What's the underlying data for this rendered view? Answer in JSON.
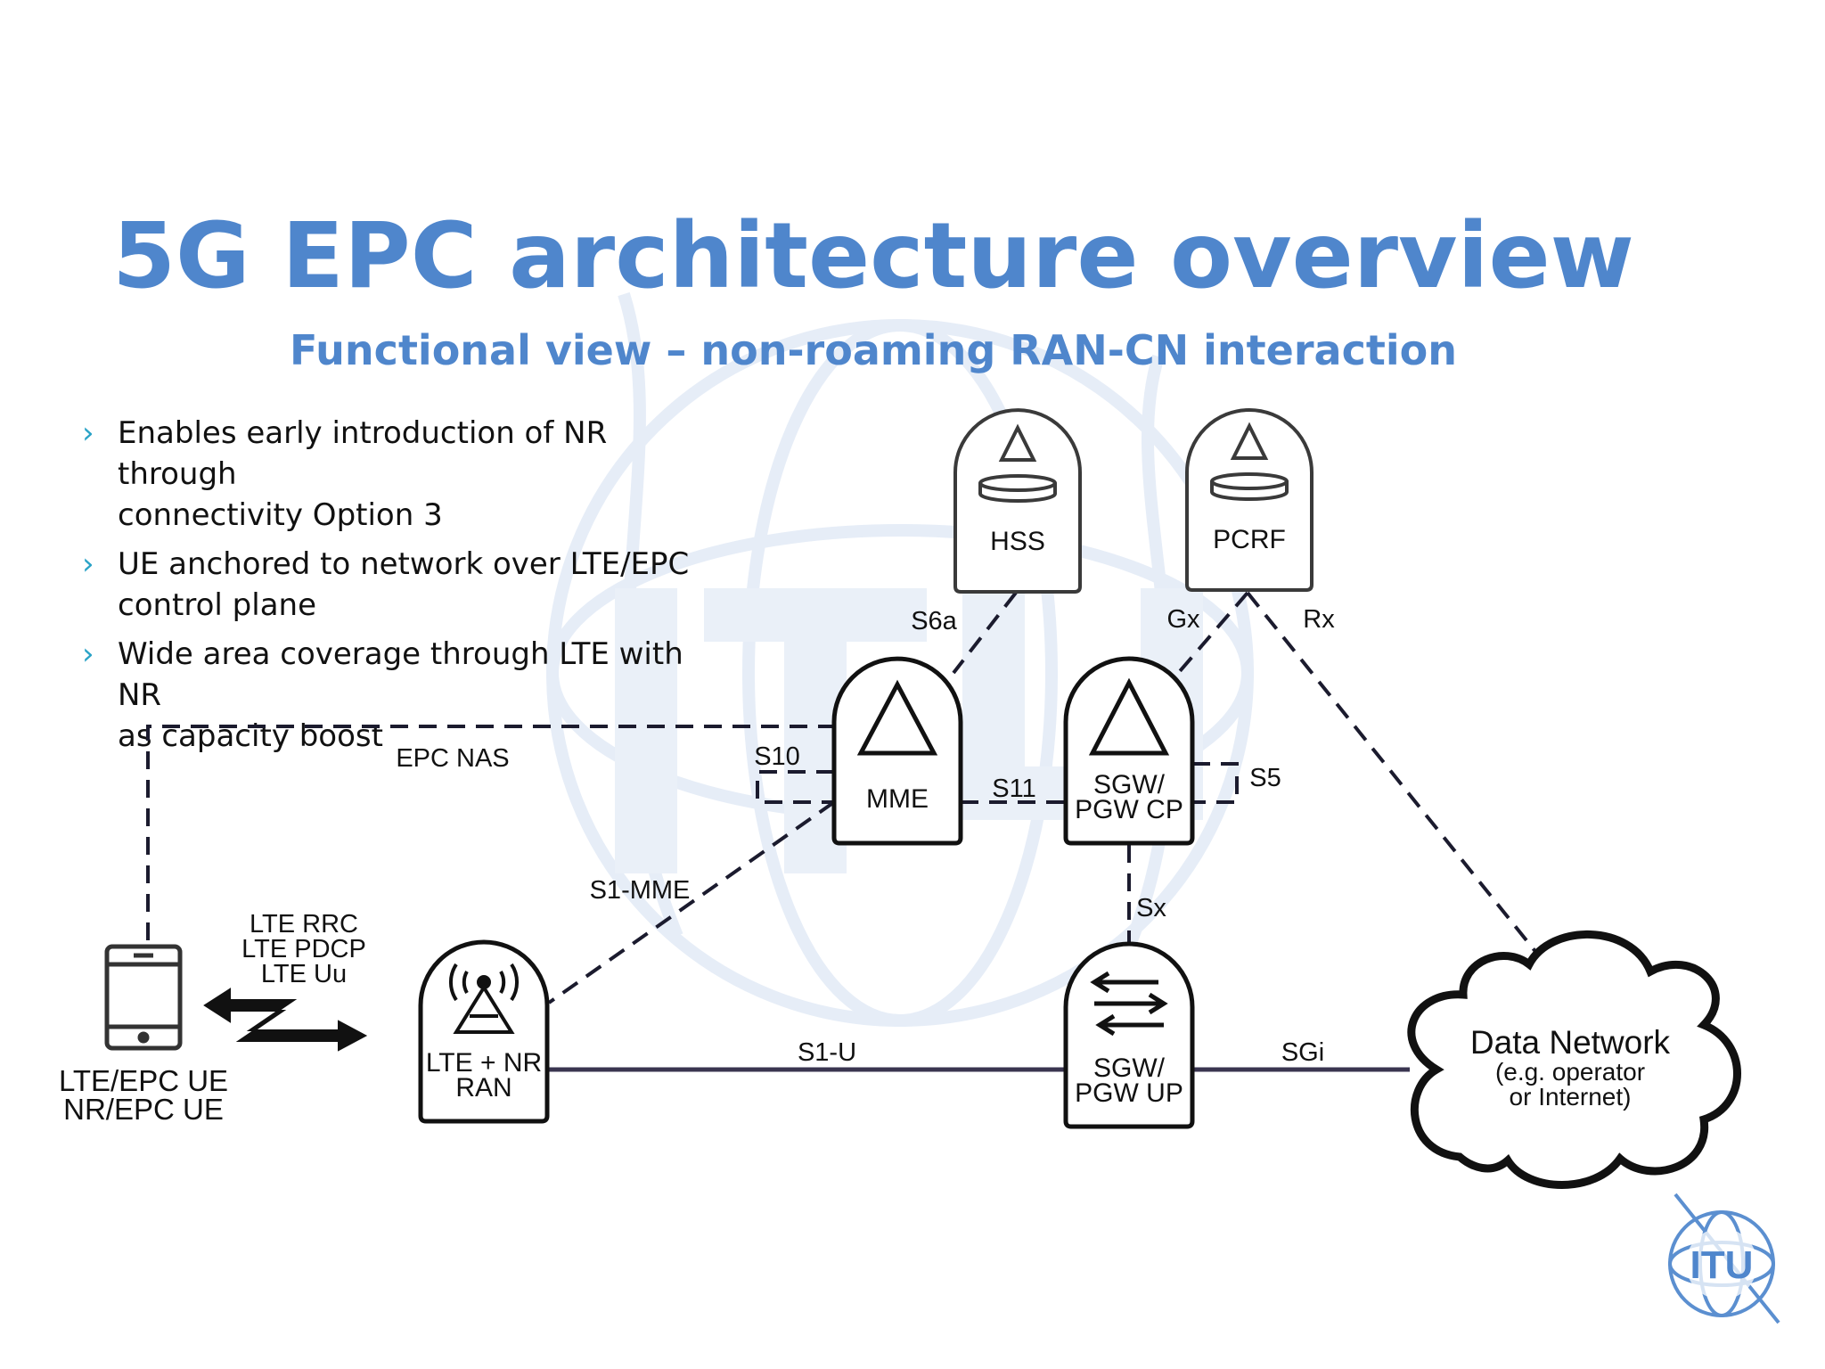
{
  "slide": {
    "title": "5G EPC architecture overview",
    "subtitle": "Functional view – non-roaming RAN-CN interaction"
  },
  "bullets": [
    {
      "marker": "›",
      "lines": [
        "Enables early introduction of NR through",
        "connectivity Option 3"
      ]
    },
    {
      "marker": "›",
      "lines": [
        "UE anchored to network over LTE/EPC",
        "control plane"
      ]
    },
    {
      "marker": "›",
      "lines": [
        "Wide area coverage through LTE with NR",
        "as capacity boost"
      ]
    }
  ],
  "nodes": {
    "hss": "HSS",
    "pcrf": "PCRF",
    "mme": "MME",
    "sgw_cp": [
      "SGW/",
      "PGW CP"
    ],
    "sgw_up": [
      "SGW/",
      "PGW UP"
    ],
    "ran": [
      "LTE + NR",
      "RAN"
    ],
    "ue": [
      "LTE/EPC UE",
      "NR/EPC UE"
    ],
    "data_network": [
      "Data Network",
      "(e.g. operator",
      "or Internet)"
    ]
  },
  "interfaces": {
    "s6a": "S6a",
    "gx": "Gx",
    "rx": "Rx",
    "s10": "S10",
    "s11": "S11",
    "s5": "S5",
    "sx": "Sx",
    "s1_mme": "S1-MME",
    "s1_u": "S1-U",
    "sgi": "SGi",
    "epc_nas": "EPC NAS"
  },
  "radio_labels": [
    "LTE RRC",
    "LTE PDCP",
    "LTE Uu"
  ],
  "logo": {
    "text": "ITU"
  },
  "colors": {
    "title": "#4f86cc",
    "bullet_marker": "#2aa3c7",
    "watermark": "#e3ebf6",
    "line": "#1b1b2e",
    "solid_link": "#3a3550"
  }
}
